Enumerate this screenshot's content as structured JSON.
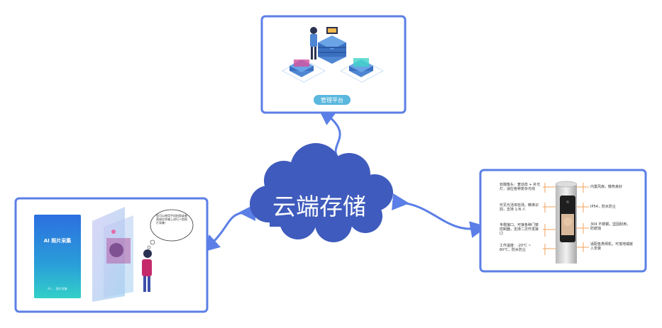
{
  "cloud": {
    "label": "云端存储"
  },
  "management": {
    "button_label": "管理平台"
  },
  "phone_app": {
    "logo": "AI 照片采集",
    "footer": "A.I.... 照片采集"
  },
  "speech_bubble": {
    "text": "您可以使用手机拍照或者直接在终端上进行人脸照片采集！"
  },
  "device_features": {
    "left": [
      "双摄像头：宽动态 + 补光灯，适应各种复杂光线",
      "可见光活体检测，精准识别，支持 1:N 人",
      "韦根接口，可接各种门禁控制器，支持二次开发接口",
      "工作温度：-20℃ ~ 60℃，防水防尘"
    ],
    "right": [
      "内置风扇，散热良好",
      "IP54，防水防尘",
      "304 不锈钢，坚固耐用，防腐蚀",
      "适配各类闸机，可落地或嵌入安装"
    ]
  },
  "colors": {
    "border": "#5b7fe6",
    "cloud": "#3f5bbd",
    "arrow": "#5b7fe6",
    "button": "#5ab7dd",
    "feature_line": "#f0a35c"
  }
}
